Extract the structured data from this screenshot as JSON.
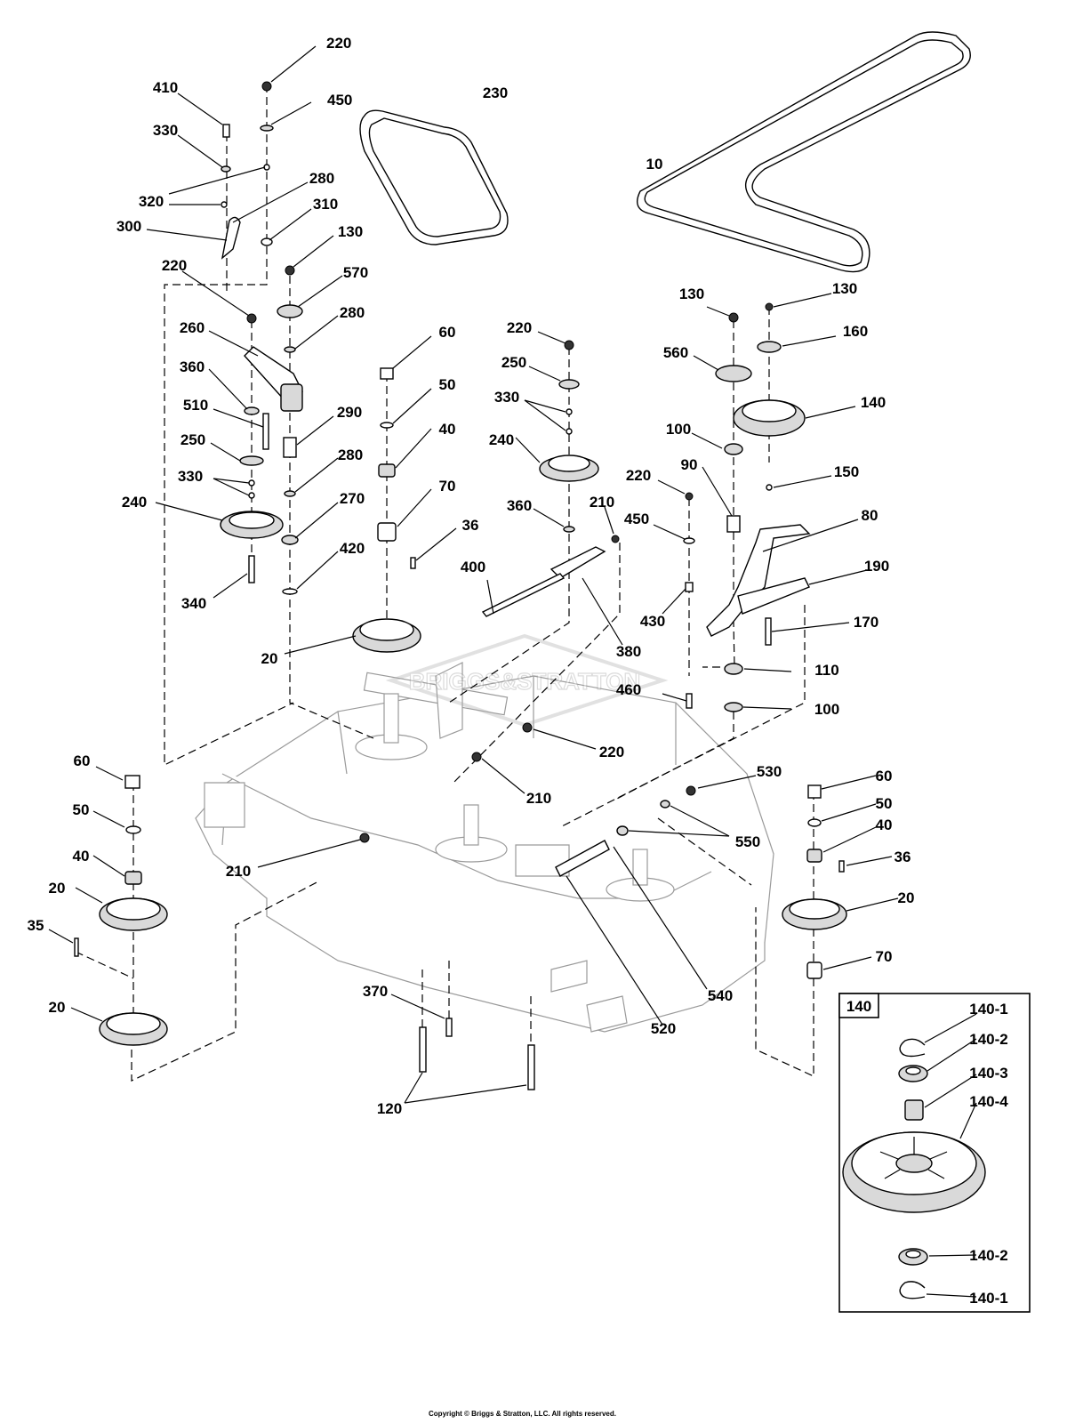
{
  "copyright": "Copyright © Briggs & Stratton, LLC. All rights reserved.",
  "watermark": "BRIGGS&STRATTON",
  "inset": {
    "title": "140"
  },
  "labels": {
    "l10": "10",
    "l20a": "20",
    "l20b": "20",
    "l20c": "20",
    "l20d": "20",
    "l35": "35",
    "l36a": "36",
    "l36b": "36",
    "l40a": "40",
    "l40b": "40",
    "l40c": "40",
    "l50a": "50",
    "l50b": "50",
    "l50c": "50",
    "l60a": "60",
    "l60b": "60",
    "l60c": "60",
    "l70a": "70",
    "l70b": "70",
    "l80": "80",
    "l90": "90",
    "l100a": "100",
    "l100b": "100",
    "l110": "110",
    "l120": "120",
    "l130a": "130",
    "l130b": "130",
    "l130c": "130",
    "l140": "140",
    "l150": "150",
    "l160": "160",
    "l170": "170",
    "l190": "190",
    "l210a": "210",
    "l210b": "210",
    "l210c": "210",
    "l220a": "220",
    "l220b": "220",
    "l220c": "220",
    "l220d": "220",
    "l220e": "220",
    "l230": "230",
    "l240a": "240",
    "l240b": "240",
    "l250a": "250",
    "l250b": "250",
    "l260": "260",
    "l270": "270",
    "l280a": "280",
    "l280b": "280",
    "l280c": "280",
    "l290": "290",
    "l300": "300",
    "l310": "310",
    "l320": "320",
    "l330a": "330",
    "l330b": "330",
    "l330c": "330",
    "l340": "340",
    "l360a": "360",
    "l360b": "360",
    "l370": "370",
    "l380": "380",
    "l400": "400",
    "l410": "410",
    "l420": "420",
    "l430": "430",
    "l450a": "450",
    "l450b": "450",
    "l460": "460",
    "l510": "510",
    "l520": "520",
    "l530": "530",
    "l540": "540",
    "l550": "550",
    "l560": "560",
    "l570": "570",
    "i1401a": "140-1",
    "i1402a": "140-2",
    "i1403": "140-3",
    "i1404": "140-4",
    "i1402b": "140-2",
    "i1401b": "140-1"
  }
}
